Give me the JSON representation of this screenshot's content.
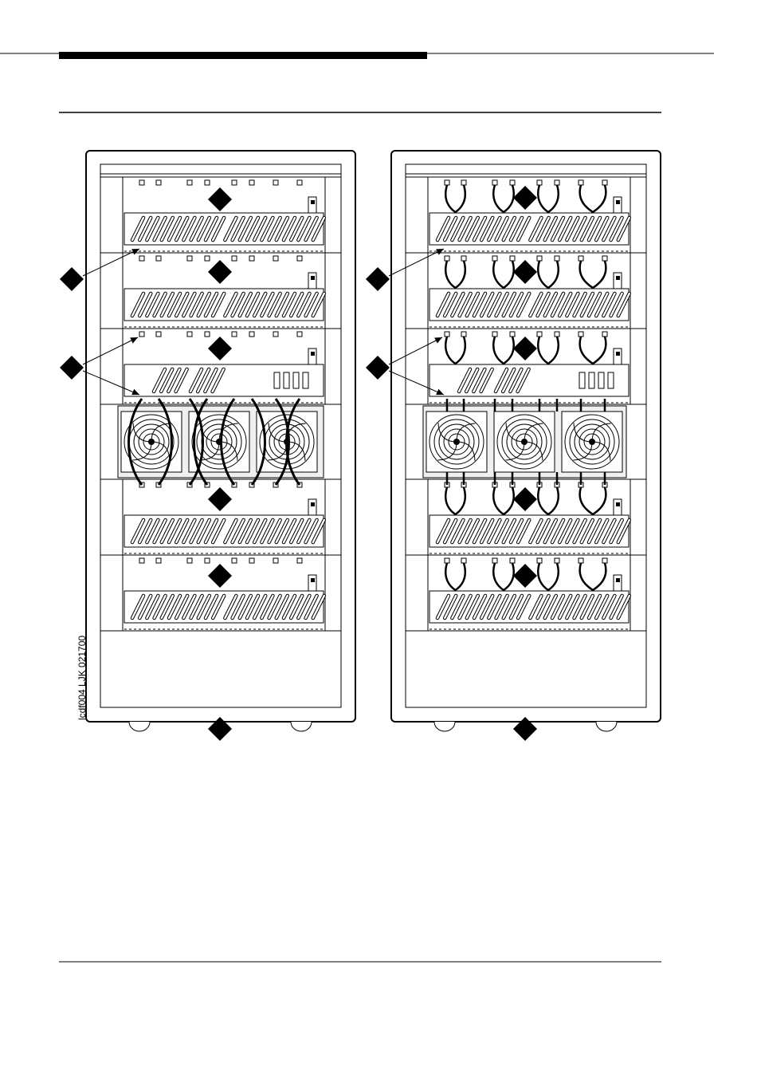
{
  "figure": {
    "id_code": "lcdf004 LJK 021700"
  },
  "cabinets": [
    {
      "name": "left-cabinet",
      "carriers": [
        "carrier",
        "carrier",
        "carrier",
        "fan",
        "carrier",
        "carrier"
      ],
      "fan_count": 3,
      "cable_style": "long-loop"
    },
    {
      "name": "right-cabinet",
      "carriers": [
        "carrier",
        "carrier",
        "carrier",
        "fan",
        "carrier",
        "carrier"
      ],
      "fan_count": 3,
      "cable_style": "short-loop"
    }
  ],
  "colors": {
    "ink": "#000000",
    "paper": "#ffffff",
    "fan_panel": "#f0f0f0"
  }
}
